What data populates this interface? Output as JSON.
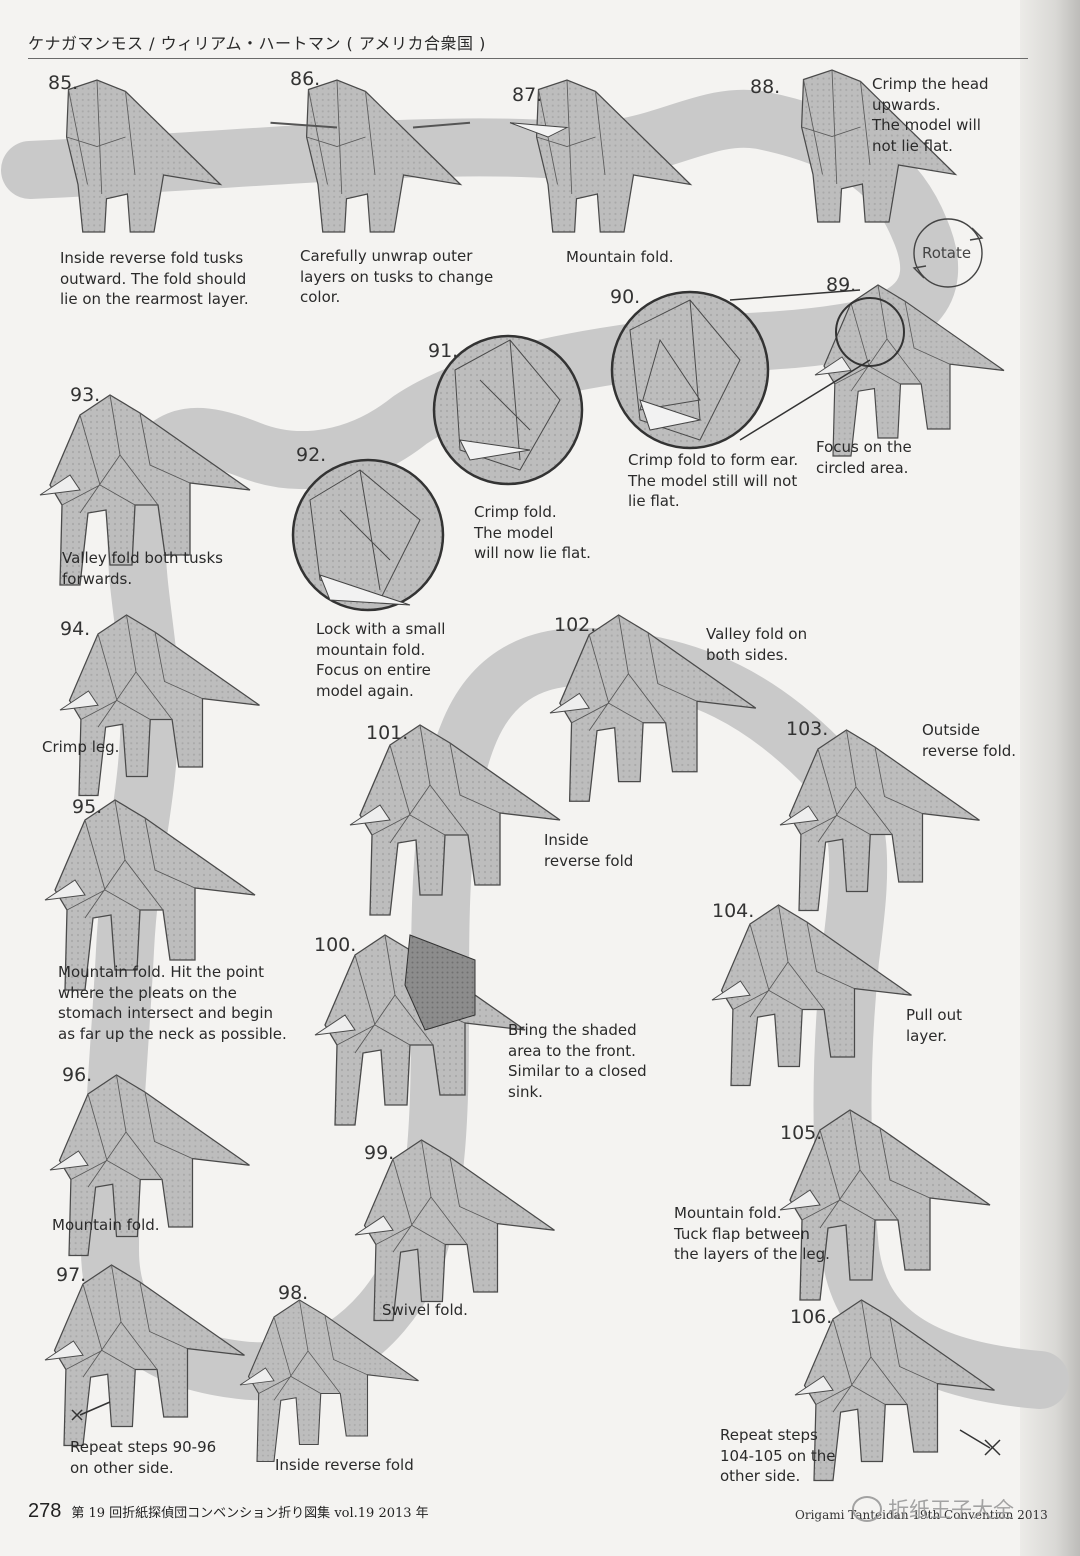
{
  "header": {
    "title": "ケナガマンモス / ウィリアム・ハートマン ( アメリカ合衆国 )"
  },
  "steps": [
    {
      "num": "85.",
      "caption": "Inside reverse fold tusks\noutward. The fold should\nlie on the rearmost layer."
    },
    {
      "num": "86.",
      "caption": "Carefully unwrap outer\nlayers on tusks to change\ncolor."
    },
    {
      "num": "87.",
      "caption": "Mountain fold."
    },
    {
      "num": "88.",
      "caption": "Crimp the head\nupwards.\n    The model will\n        not lie flat."
    },
    {
      "num": "89.",
      "caption": "Focus  on the\ncircled area."
    },
    {
      "num": "90.",
      "caption": "Crimp fold to form ear.\nThe model still will not\nlie flat."
    },
    {
      "num": "91.",
      "caption": "Crimp fold.\nThe model\nwill now lie flat."
    },
    {
      "num": "92.",
      "caption": "Lock with a small\nmountain fold.\nFocus on entire\nmodel again."
    },
    {
      "num": "93.",
      "caption": "Valley fold both tusks\nforwards."
    },
    {
      "num": "94.",
      "caption": "Crimp leg."
    },
    {
      "num": "95.",
      "caption": "Mountain fold. Hit the point\nwhere the pleats on the\nstomach intersect and begin\nas far up the neck as possible."
    },
    {
      "num": "96.",
      "caption": "Mountain fold."
    },
    {
      "num": "97.",
      "caption": "Repeat steps 90-96\non other side."
    },
    {
      "num": "98.",
      "caption": "Inside reverse fold"
    },
    {
      "num": "99.",
      "caption": "Swivel fold."
    },
    {
      "num": "100.",
      "caption": "Bring the shaded\narea to the front.\nSimilar to a closed\nsink."
    },
    {
      "num": "101.",
      "caption": "Inside\nreverse fold"
    },
    {
      "num": "102.",
      "caption": "Valley fold on\nboth sides."
    },
    {
      "num": "103.",
      "caption": "Outside\nreverse fold."
    },
    {
      "num": "104.",
      "caption": "Pull out\nlayer."
    },
    {
      "num": "105.",
      "caption": "Mountain fold.\nTuck flap between\nthe layers of the leg."
    },
    {
      "num": "106.",
      "caption": "Repeat steps\n104-105 on the\nother side."
    }
  ],
  "rotate_label": "Rotate",
  "footer": {
    "page_number": "278",
    "left_text": "第 19 回折紙探偵団コンベンション折り図集 vol.19 2013 年",
    "right_text": "Origami Tanteidan 19th Convention 2013",
    "watermark": "折纸王子大全"
  }
}
